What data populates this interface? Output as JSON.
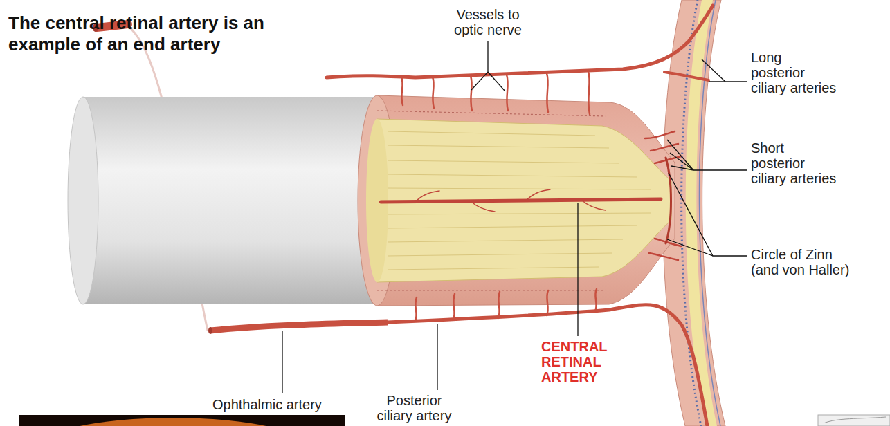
{
  "diagram": {
    "title": "The central retinal artery is an example of an end artery",
    "labels": [
      "Vessels to optic nerve",
      "Long posterior ciliary arteries",
      "Short posterior ciliary arteries",
      "Circle of Zinn (and von Haller)",
      "Ophthalmic artery",
      "Posterior ciliary artery",
      "CENTRAL RETINAL ARTERY"
    ]
  }
}
